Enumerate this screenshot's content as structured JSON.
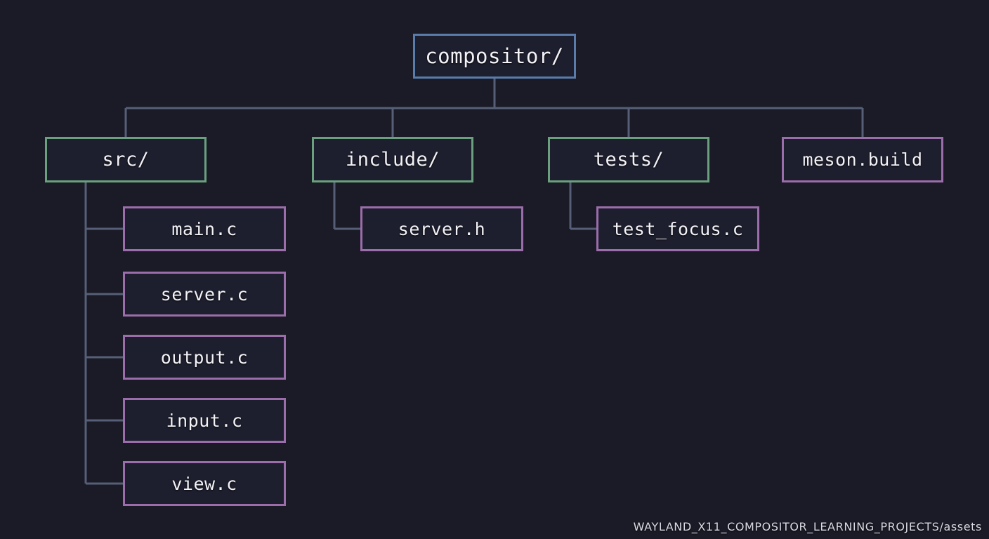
{
  "diagram": {
    "title_node": "compositor/",
    "footer": "WAYLAND_X11_COMPOSITOR_LEARNING_PROJECTS/assets",
    "colors": {
      "background": "#1a1b26",
      "node_fill": "#1e1f2e",
      "root_border": "#5a7cab",
      "directory_border": "#6ba07f",
      "file_border": "#9b6daa",
      "connector": "#565f77",
      "text": "#f2f2f7",
      "footer_text": "#d9dae4"
    },
    "nodes": {
      "root": {
        "label": "compositor/",
        "kind": "root"
      },
      "src": {
        "label": "src/",
        "kind": "directory"
      },
      "include": {
        "label": "include/",
        "kind": "directory"
      },
      "tests": {
        "label": "tests/",
        "kind": "directory"
      },
      "meson": {
        "label": "meson.build",
        "kind": "file"
      },
      "src_children": [
        {
          "label": "main.c",
          "kind": "file"
        },
        {
          "label": "server.c",
          "kind": "file"
        },
        {
          "label": "output.c",
          "kind": "file"
        },
        {
          "label": "input.c",
          "kind": "file"
        },
        {
          "label": "view.c",
          "kind": "file"
        }
      ],
      "include_children": [
        {
          "label": "server.h",
          "kind": "file"
        }
      ],
      "tests_children": [
        {
          "label": "test_focus.c",
          "kind": "file"
        }
      ]
    }
  }
}
